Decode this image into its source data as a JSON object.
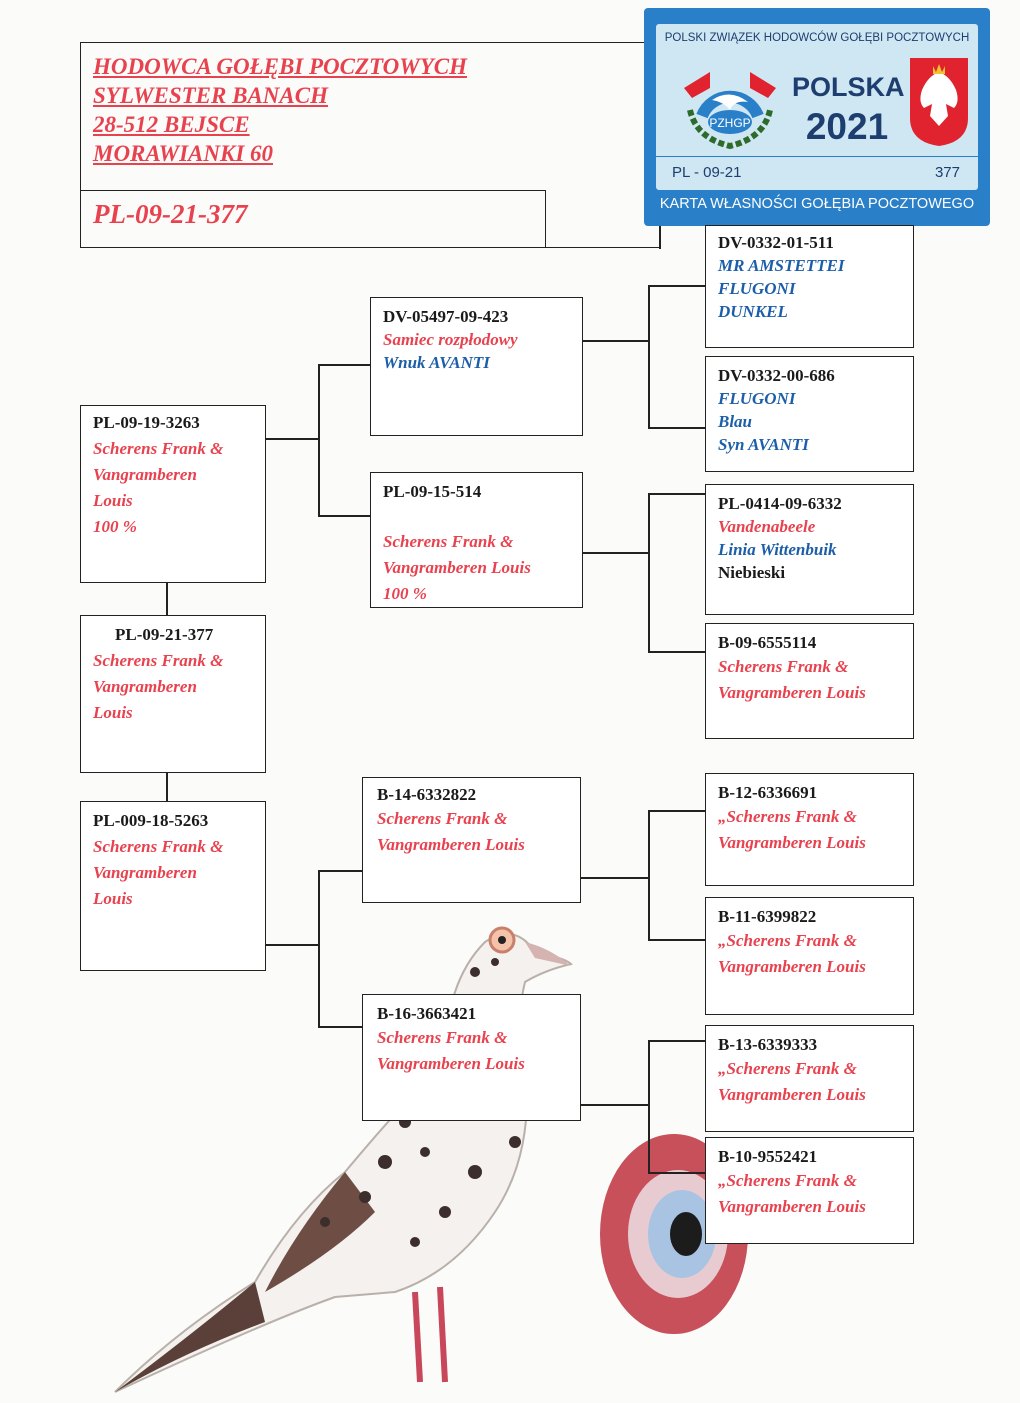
{
  "breeder": {
    "lines": [
      "HODOWCA GOŁĘBI POCZTOWYCH",
      "SYLWESTER BANACH",
      "28-512 BEJSCE",
      "MORAWIANKI 60"
    ],
    "ring": "PL-09-21-377"
  },
  "card": {
    "org": "POLSKI ZWIĄZEK HODOWCÓW GOŁĘBI POCZTOWYCH",
    "logo_text": "PZHGP",
    "country": "POLSKA",
    "year": "2021",
    "number_left": "PL - 09-21",
    "number_right": "377",
    "footer": "KARTA WŁASNOŚCI GOŁĘBIA POCZTOWEGO",
    "colors": {
      "frame": "#2a7fc9",
      "panel": "#cfe6f3",
      "text": "#1d3e6e",
      "eagle_shield": "#e0232f"
    }
  },
  "pedigree": {
    "subject": {
      "code": "PL-09-21-377",
      "lines": [
        "Scherens Frank &",
        "Vangramberen",
        "Louis"
      ]
    },
    "sire": {
      "code": "PL-09-19-3263",
      "lines": [
        "Scherens Frank &",
        "Vangramberen",
        "Louis",
        "100 %"
      ]
    },
    "dam": {
      "code": "PL-009-18-5263",
      "lines": [
        "Scherens Frank &",
        "Vangramberen",
        "Louis"
      ]
    },
    "ss": {
      "code": "DV-05497-09-423",
      "lines": [
        {
          "t": "Samiec rozpłodowy",
          "c": "red"
        },
        {
          "t": "Wnuk AVANTI",
          "c": "blue"
        }
      ]
    },
    "sd": {
      "code": "PL-09-15-514",
      "lines": [
        {
          "t": "",
          "c": "red"
        },
        {
          "t": "Scherens Frank &",
          "c": "red"
        },
        {
          "t": "Vangramberen Louis",
          "c": "red"
        },
        {
          "t": "100 %",
          "c": "red"
        }
      ]
    },
    "ds": {
      "code": "B-14-6332822",
      "lines": [
        {
          "t": "Scherens Frank &",
          "c": "red"
        },
        {
          "t": "Vangramberen Louis",
          "c": "red"
        }
      ]
    },
    "dd": {
      "code": "B-16-3663421",
      "lines": [
        {
          "t": "Scherens Frank &",
          "c": "red"
        },
        {
          "t": "Vangramberen Louis",
          "c": "red"
        }
      ]
    },
    "sss": {
      "code": "DV-0332-01-511",
      "lines": [
        {
          "t": "MR AMSTETTEI",
          "c": "blue"
        },
        {
          "t": "FLUGONI",
          "c": "blue"
        },
        {
          "t": "DUNKEL",
          "c": "blue"
        }
      ]
    },
    "ssd": {
      "code": "DV-0332-00-686",
      "lines": [
        {
          "t": "FLUGONI",
          "c": "blue"
        },
        {
          "t": "Blau",
          "c": "blue"
        },
        {
          "t": "Syn AVANTI",
          "c": "blue"
        }
      ]
    },
    "sds": {
      "code": "PL-0414-09-6332",
      "lines": [
        {
          "t": "Vandenabeele",
          "c": "red"
        },
        {
          "t": "Linia Wittenbuik",
          "c": "blue"
        },
        {
          "t": "Niebieski",
          "c": "blk"
        }
      ]
    },
    "sdd": {
      "code": "B-09-6555114",
      "lines": [
        {
          "t": "Scherens Frank &",
          "c": "red"
        },
        {
          "t": "Vangramberen Louis",
          "c": "red"
        }
      ]
    },
    "dss": {
      "code": "B-12-6336691",
      "lines": [
        {
          "t": "„Scherens Frank &",
          "c": "red"
        },
        {
          "t": "Vangramberen Louis",
          "c": "red"
        }
      ]
    },
    "dsd": {
      "code": "B-11-6399822",
      "lines": [
        {
          "t": "„Scherens Frank &",
          "c": "red"
        },
        {
          "t": "Vangramberen Louis",
          "c": "red"
        }
      ]
    },
    "dds": {
      "code": "B-13-6339333",
      "lines": [
        {
          "t": "„Scherens Frank &",
          "c": "red"
        },
        {
          "t": "Vangramberen Louis",
          "c": "red"
        }
      ]
    },
    "ddd": {
      "code": "B-10-9552421",
      "lines": [
        {
          "t": "„Scherens Frank &",
          "c": "red"
        },
        {
          "t": "Vangramberen Louis",
          "c": "red"
        }
      ]
    }
  }
}
